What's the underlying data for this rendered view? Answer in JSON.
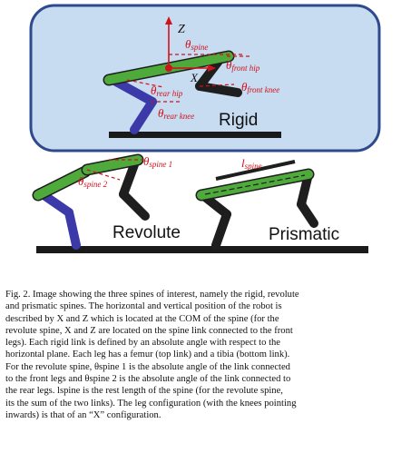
{
  "figure": {
    "labels": {
      "z_axis": "Z",
      "x_axis": "X",
      "theta_spine": "θ",
      "theta_spine_sub": "spine",
      "theta_front_hip": "θ",
      "theta_front_hip_sub": "front hip",
      "theta_rear_hip": "θ",
      "theta_rear_hip_sub": "rear hip",
      "theta_front_knee": "θ",
      "theta_front_knee_sub": "front knee",
      "theta_rear_knee": "θ",
      "theta_rear_knee_sub": "rear knee",
      "theta_spine1": "θ",
      "theta_spine1_sub": "spine 1",
      "theta_spine2": "θ",
      "theta_spine2_sub": "spine 2",
      "l_spine": "l",
      "l_spine_sub": "spine"
    },
    "titles": {
      "rigid": "Rigid",
      "revolute": "Revolute",
      "prismatic": "Prismatic"
    },
    "colors": {
      "panel_fill": "#c7dbf1",
      "panel_border": "#2e4a8c",
      "spine": "#4faa3c",
      "femur": "#3b3aa8",
      "tibia": "#1e1e1e",
      "ground": "#1a1a1a",
      "annotation": "#d0121b"
    }
  },
  "caption": {
    "lines": [
      "Fig. 2.  Image showing the three spines of interest, namely the rigid, revolute",
      "and prismatic spines. The horizontal and vertical position of the robot is",
      "described by X and Z which is located at the COM of the spine (for the",
      "revolute spine, X and Z are located on the spine link connected to the front",
      "legs). Each rigid link is defined by an absolute angle with respect to the",
      "horizontal plane. Each leg has a femur (top link) and a tibia (bottom link).",
      "For the revolute spine, θspine 1 is the absolute angle of the link connected",
      "to the front legs and θspine 2 is the absolute angle of the link connected to",
      "the rear legs. lspine is the rest length of the spine (for the revolute spine,",
      "its the sum of the two links). The leg configuration (with the knees pointing",
      "inwards) is that of an “X” configuration."
    ]
  }
}
